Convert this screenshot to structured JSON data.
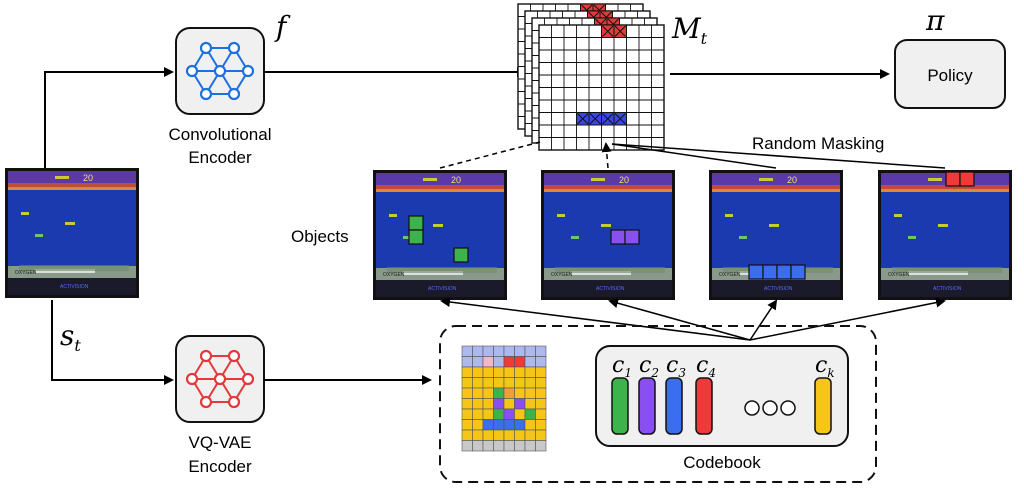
{
  "labels": {
    "f": "f",
    "conv_encoder": [
      "Convolutional",
      "Encoder"
    ],
    "mask_symbol": "M",
    "mask_subscript": "t",
    "pi": "π",
    "policy": "Policy",
    "random_masking": "Random Masking",
    "objects": "Objects",
    "state_symbol": "s",
    "state_subscript": "t",
    "vqvae_encoder": [
      "VQ-VAE",
      "Encoder"
    ],
    "codebook": "Codebook",
    "codes": [
      {
        "symbol": "c",
        "sub": "1",
        "color": "#3cb44b"
      },
      {
        "symbol": "c",
        "sub": "2",
        "color": "#8a4ff0"
      },
      {
        "symbol": "c",
        "sub": "3",
        "color": "#3a6df0"
      },
      {
        "symbol": "c",
        "sub": "4",
        "color": "#f03a3a"
      },
      {
        "symbol": "c",
        "sub": "k",
        "color": "#f5c518"
      }
    ]
  },
  "game_frame": {
    "score": "20",
    "oxygen_label": "OXYGEN",
    "footer_label": "ACTIVISION"
  },
  "colors": {
    "encoder_net": "#1e6fe0",
    "vqvae_net": "#e03a3a",
    "mask_red": "#e23a3a",
    "mask_blue": "#3a46e0",
    "obj_green": "#3cb44b",
    "obj_purple": "#8a4ff0",
    "obj_blue": "#3a6df0",
    "obj_red": "#f03a3a"
  }
}
